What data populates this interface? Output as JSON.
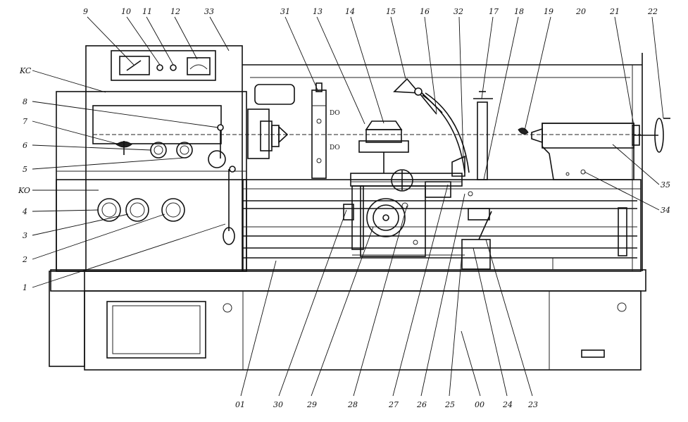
{
  "labels": {
    "top": [
      "9",
      "10",
      "11",
      "12",
      "33",
      "31",
      "13",
      "14",
      "15",
      "16",
      "32",
      "17",
      "18",
      "19",
      "20",
      "21",
      "22"
    ],
    "left": [
      "KC",
      "8",
      "7",
      "6",
      "5",
      "KO",
      "4",
      "3",
      "2",
      "1"
    ],
    "right": [
      "35",
      "34"
    ],
    "bottom": [
      "01",
      "30",
      "29",
      "28",
      "27",
      "26",
      "25",
      "00",
      "24",
      "23"
    ]
  }
}
